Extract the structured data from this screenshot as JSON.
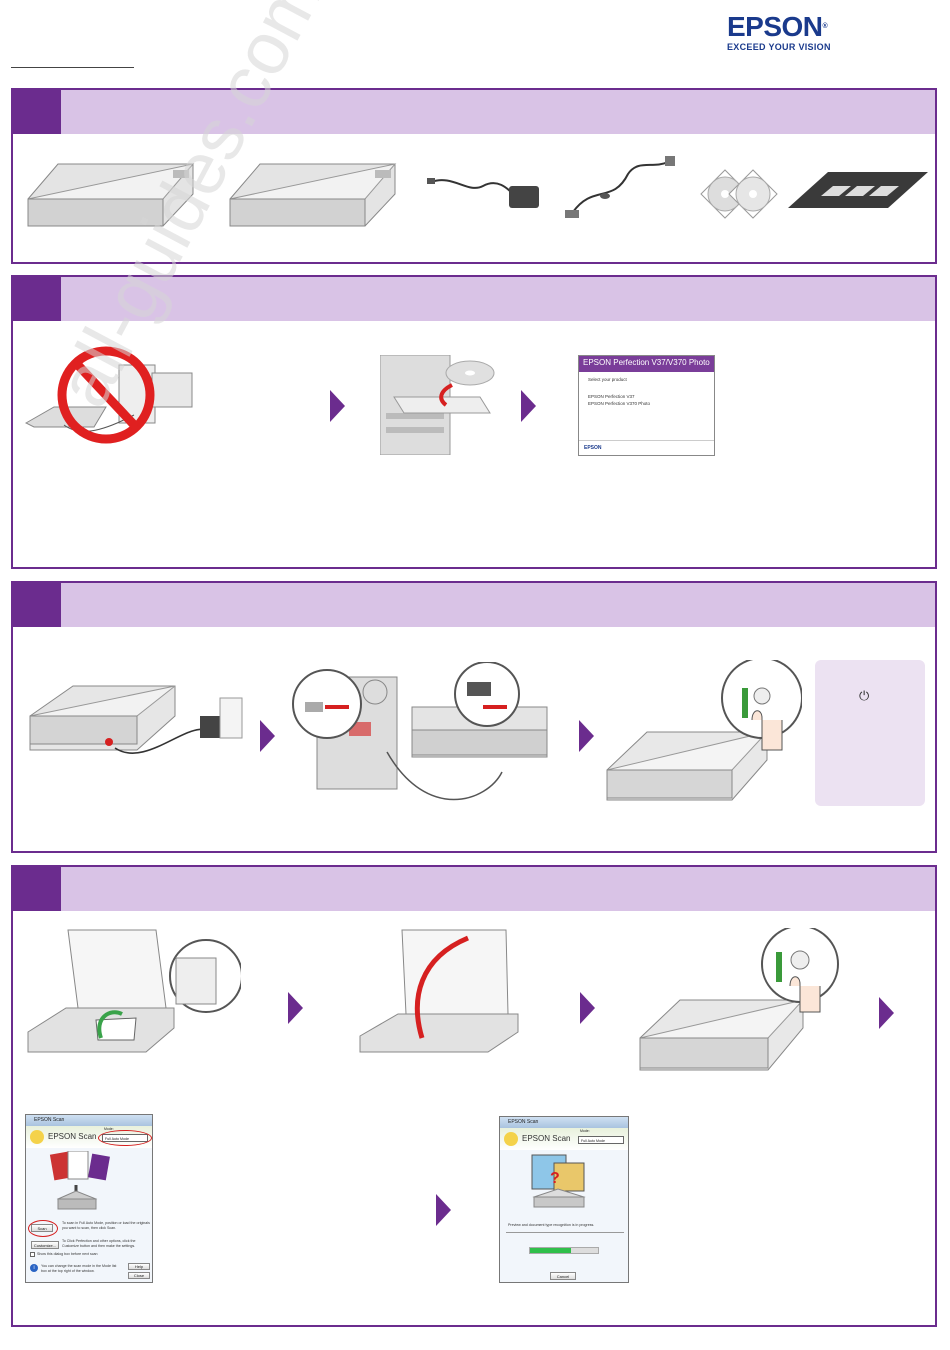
{
  "brand": {
    "name": "EPSON",
    "registered_mark": "®",
    "tagline": "EXCEED YOUR VISION"
  },
  "watermark": "all-guides.com",
  "install_screen": {
    "title": "EPSON Perfection V37/V370 Photo",
    "prompt": "Select your product",
    "options": [
      "EPSON Perfection V37",
      "EPSON Perfection V370 Photo"
    ],
    "footer_logo": "EPSON"
  },
  "power_icon": "⏻",
  "epson_scan_1": {
    "window_title": "EPSON Scan",
    "app_title": "EPSON Scan",
    "mode_label": "Mode:",
    "mode_value": "Full Auto Mode",
    "scan_button": "Scan",
    "customize_button": "Customize...",
    "instruction_1": "To scan in Full Auto Mode, position or load the originals you want to scan, then click Scan.",
    "instruction_2": "To Click Perfection and other options, click the Customize button and then make the settings.",
    "checkbox_label": "Show this dialog box before next scan",
    "info_text": "You can change the scan mode in the Mode list box at the top right of the window.",
    "help_button": "Help",
    "close_button": "Close"
  },
  "epson_scan_2": {
    "window_title": "EPSON Scan",
    "app_title": "EPSON Scan",
    "mode_label": "Mode:",
    "mode_value": "Full Auto Mode",
    "progress_text": "Preview and document type recognition is in progress.",
    "progress": 0.6,
    "cancel_button": "Cancel"
  },
  "colors": {
    "accent": "#6b2c8e",
    "header_fill": "#d9c3e6",
    "note_fill": "#ece2f2",
    "brand_blue": "#1a3a8c",
    "progress_green": "#2fbf4a"
  }
}
